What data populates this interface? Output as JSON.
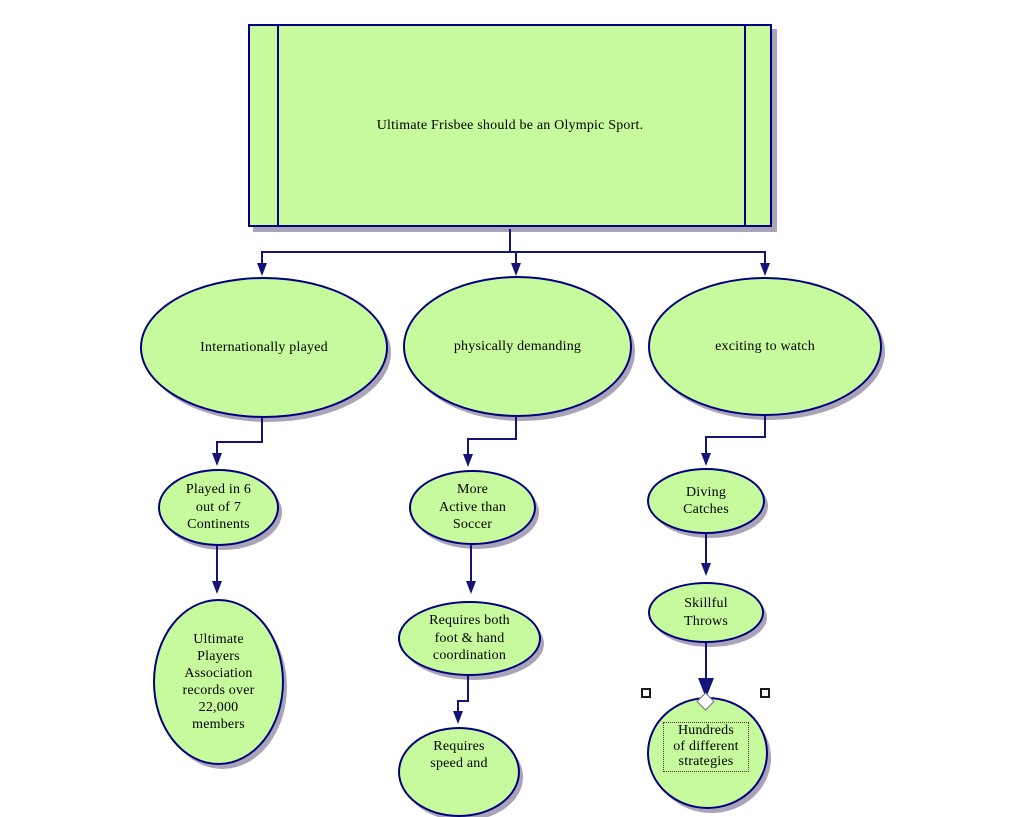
{
  "colors": {
    "canvas_bg": "#ffffff",
    "node_fill": "#c6fa9d",
    "node_border": "#000080",
    "connector": "#14147a",
    "shadow": "#a9a4b8",
    "text": "#000000"
  },
  "nodes": {
    "root": {
      "label": "Ultimate Frisbee should be an Olympic Sport."
    },
    "internationally_played": {
      "label": "Internationally played"
    },
    "physically_demanding": {
      "label": "physically demanding"
    },
    "exciting_to_watch": {
      "label": "exciting to watch"
    },
    "continents": {
      "label": "Played in 6\nout of 7\nContinents"
    },
    "more_active": {
      "label": "More\nActive than\nSoccer"
    },
    "diving_catches": {
      "label": "Diving\nCatches"
    },
    "upa_members": {
      "label": "Ultimate\nPlayers\nAssociation\nrecords over\n22,000\nmembers"
    },
    "foot_hand": {
      "label": "Requires both\nfoot & hand\ncoordination"
    },
    "skillful_throws": {
      "label": "Skillful\nThrows"
    },
    "speed": {
      "label": "Requires\nspeed and"
    },
    "strategies": {
      "label": "Hundreds\nof different\nstrategies"
    }
  }
}
